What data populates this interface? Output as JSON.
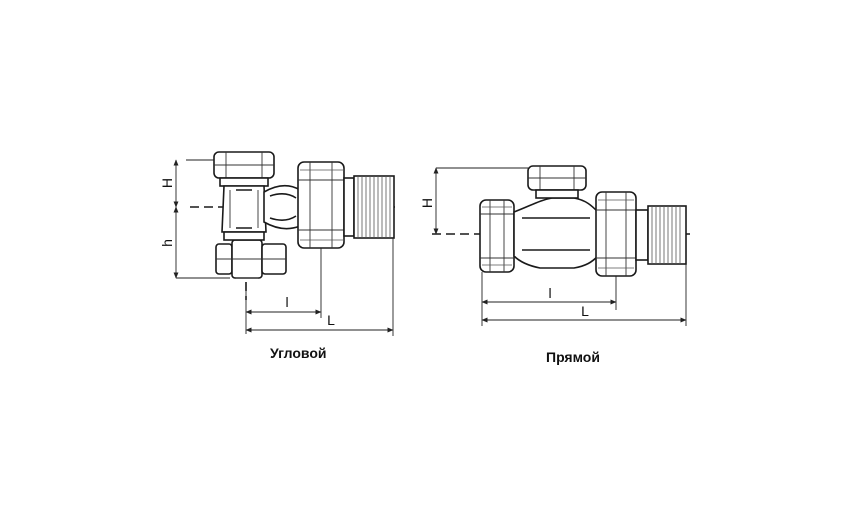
{
  "figures": [
    {
      "caption": "Угловой",
      "dims": {
        "height_top": "H",
        "height_bottom": "h",
        "length_short": "l",
        "length_long": "L"
      }
    },
    {
      "caption": "Прямой",
      "dims": {
        "height_top": "H",
        "length_short": "l",
        "length_long": "L"
      }
    }
  ]
}
